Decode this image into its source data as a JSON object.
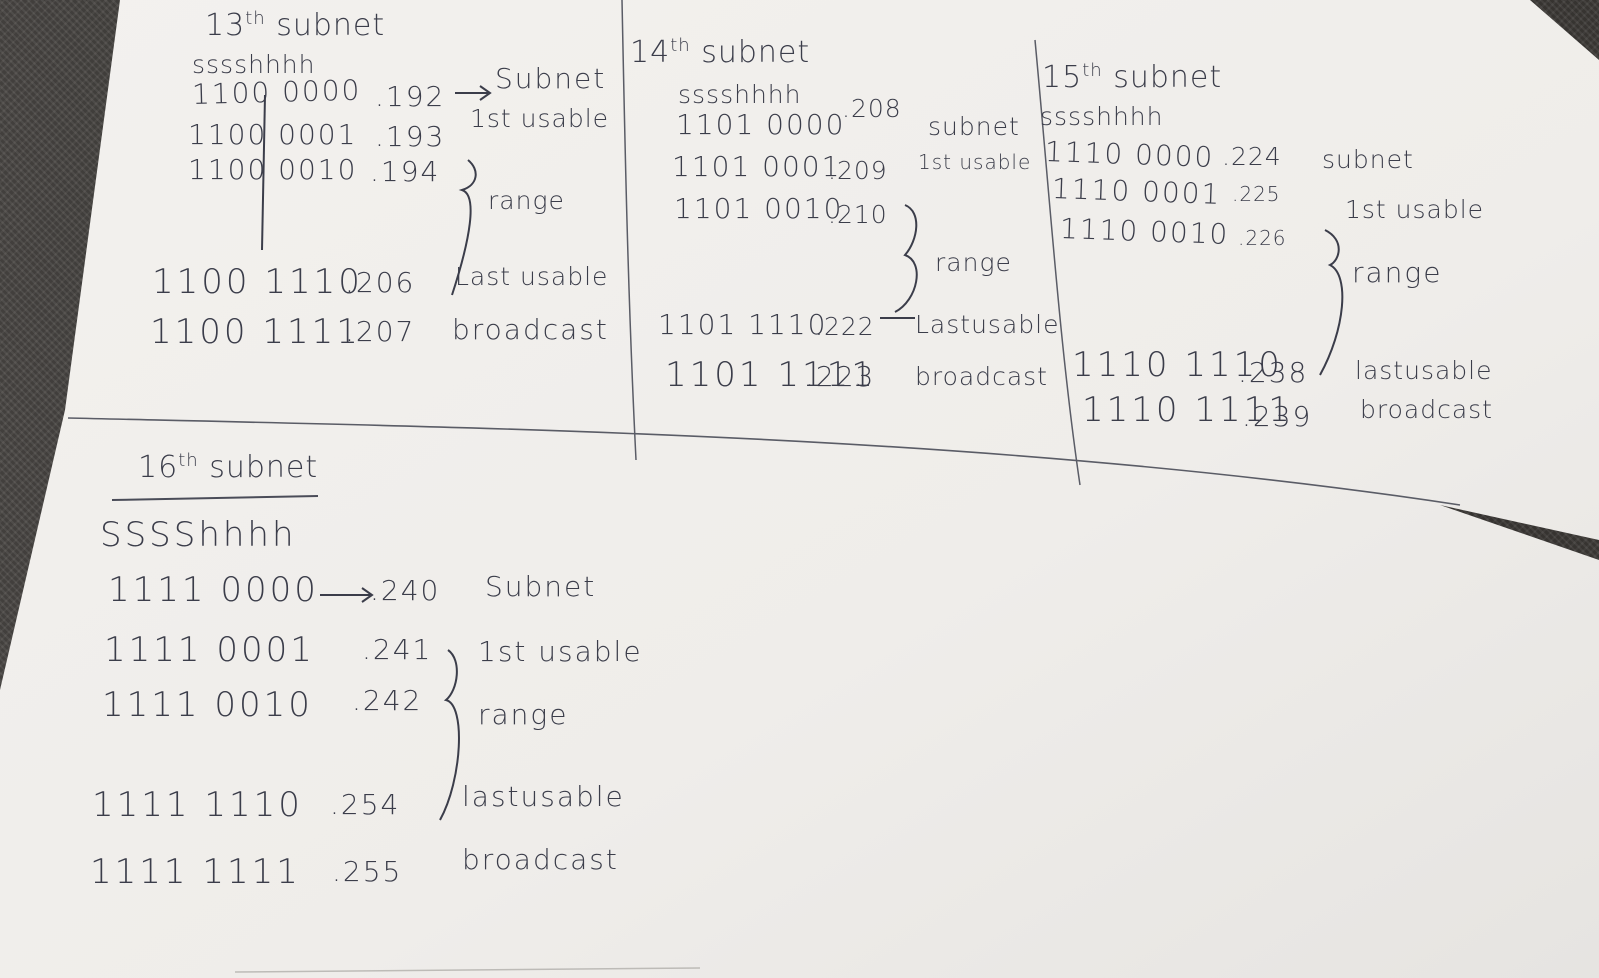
{
  "subnet13": {
    "title": "13",
    "title_sup": "th",
    "title_word": "subnet",
    "pattern": "sssshhhh",
    "r1_bin": "1100 0000",
    "r1_dec": ".192",
    "r1_label": "Subnet",
    "r2_bin": "1100 0001",
    "r2_dec": ".193",
    "r2_label": "1st usable",
    "r3_bin": "1100 0010",
    "r3_dec": ".194",
    "range": "range",
    "r4_bin": "1100 1110",
    "r4_dec": ".206",
    "r4_label": "Last usable",
    "r5_bin": "1100 1111",
    "r5_dec": ".207",
    "r5_label": "broadcast"
  },
  "subnet14": {
    "title": "14",
    "title_sup": "th",
    "title_word": "subnet",
    "pattern": "sssshhhh",
    "r1_bin": "1101 0000",
    "r1_dec": ".208",
    "r1_label": "subnet",
    "r2_bin": "1101 0001",
    "r2_dec": ".209",
    "r2_label": "1st usable",
    "r3_bin": "1101 0010",
    "r3_dec": ".210",
    "range": "range",
    "r4_bin": "1101 1110",
    "r4_dec": ".222",
    "r4_label": "Lastusable",
    "r5_bin": "1101 1111",
    "r5_dec": ".223",
    "r5_label": "broadcast"
  },
  "subnet15": {
    "title": "15",
    "title_sup": "th",
    "title_word": "subnet",
    "pattern": "sssshhhh",
    "r1_bin": "1110 0000",
    "r1_dec": ".224",
    "r1_label": "subnet",
    "r2_bin": "1110 0001",
    "r2_dec": ".225",
    "r2_label": "1st usable",
    "r3_bin": "1110 0010",
    "r3_dec": ".226",
    "range": "range",
    "r4_bin": "1110 1110",
    "r4_dec": ".238",
    "r4_label": "lastusable",
    "r5_bin": "1110 1111",
    "r5_dec": ".239",
    "r5_label": "broadcast"
  },
  "subnet16": {
    "title": "16",
    "title_sup": "th",
    "title_word": "subnet",
    "pattern": "SSSShhhh",
    "r1_bin": "1111 0000",
    "r1_dec": ".240",
    "r1_label": "Subnet",
    "r2_bin": "1111 0001",
    "r2_dec": ".241",
    "r2_label": "1st usable",
    "r3_bin": "1111 0010",
    "r3_dec": ".242",
    "range": "range",
    "r4_bin": "1111 1110",
    "r4_dec": ".254",
    "r4_label": "lastusable",
    "r5_bin": "1111 1111",
    "r5_dec": ".255",
    "r5_label": "broadcast"
  },
  "colors": {
    "paper": "#f2f0ec",
    "ink": "#3b3d4a",
    "fabric": "#3a3835"
  }
}
